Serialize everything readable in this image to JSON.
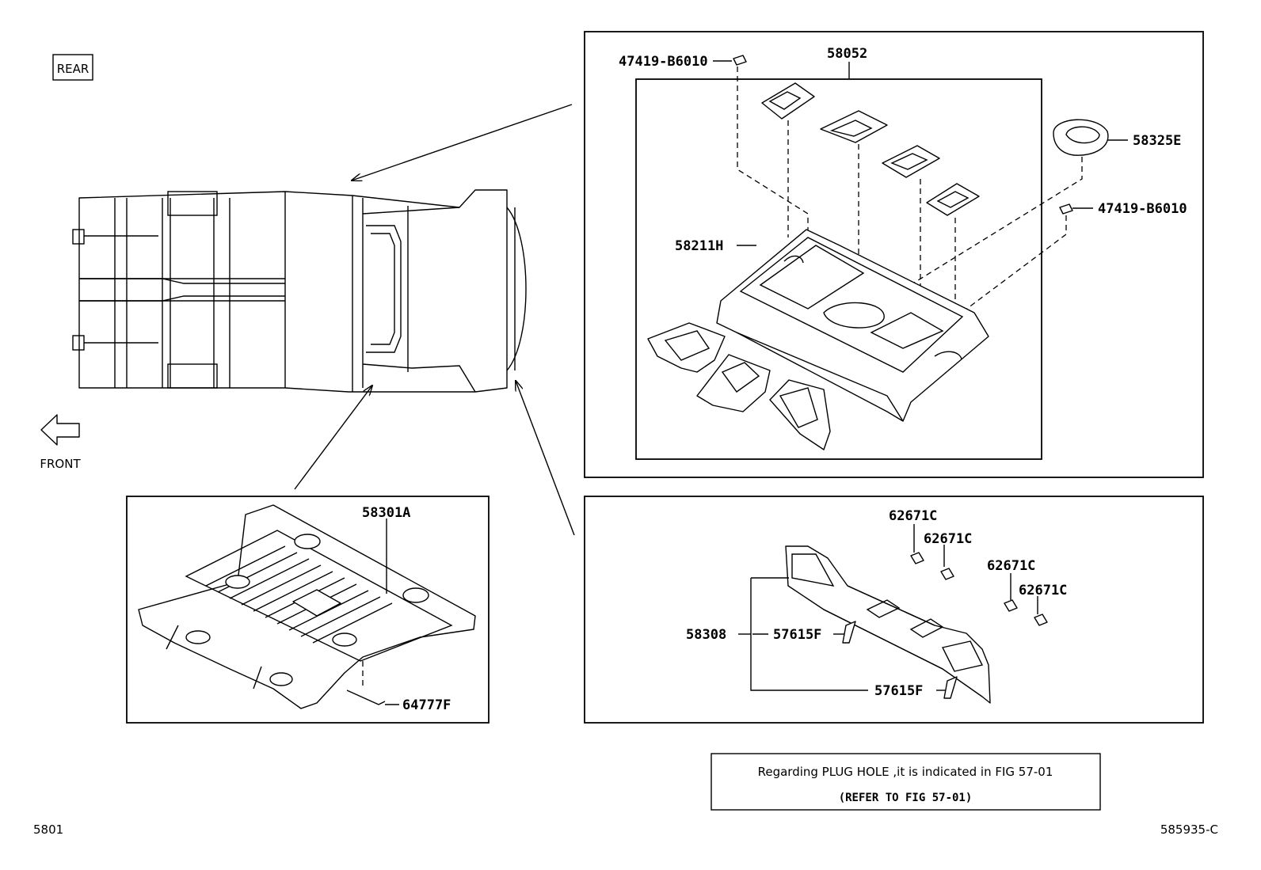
{
  "markers": {
    "rear": "REAR",
    "front": "FRONT"
  },
  "parts": {
    "bolt_1": "47419-B6010",
    "pan_assy": "58052",
    "grommet_plate": "58325E",
    "bolt_2": "47419-B6010",
    "floor_pan_rear": "58211H",
    "floor_pan_center": "58301A",
    "pad": "64777F",
    "plug_1": "62671C",
    "plug_2": "62671C",
    "plug_3": "62671C",
    "plug_4": "62671C",
    "crossmember": "58308",
    "bracket_1": "57615F",
    "bracket_2": "57615F"
  },
  "note": {
    "line1": "Regarding PLUG HOLE ,it is indicated in FIG 57-01",
    "line2": "(REFER TO FIG 57-01)"
  },
  "footer": {
    "page_code": "5801",
    "figure_id": "585935-C"
  }
}
